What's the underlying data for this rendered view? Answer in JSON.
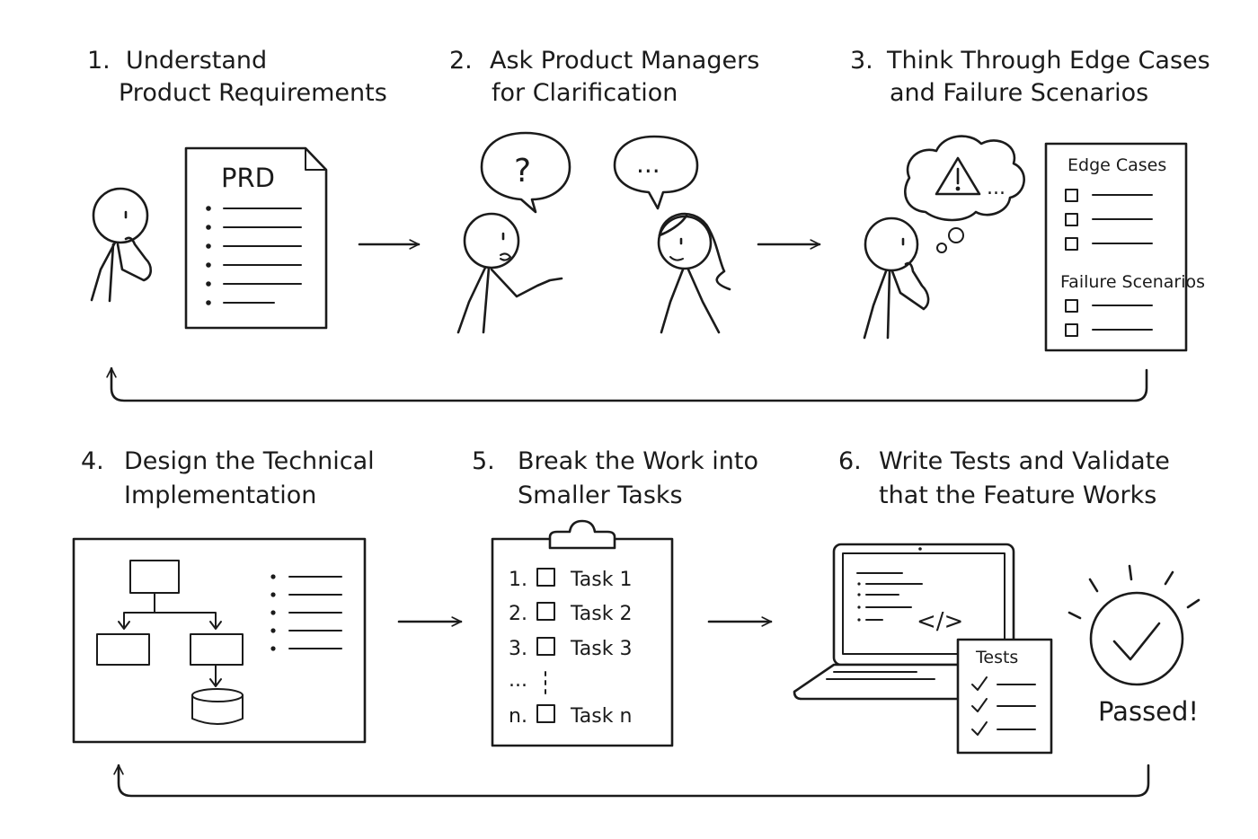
{
  "colors": {
    "ink": "#1b1b1b",
    "background": "#ffffff"
  },
  "steps": [
    {
      "number": "1.",
      "title_line1": "Understand",
      "title_line2": "Product Requirements"
    },
    {
      "number": "2.",
      "title_line1": "Ask Product Managers",
      "title_line2": "for Clarification"
    },
    {
      "number": "3.",
      "title_line1": "Think Through Edge Cases",
      "title_line2": "and Failure Scenarios"
    },
    {
      "number": "4.",
      "title_line1": "Design the Technical",
      "title_line2": "Implementation"
    },
    {
      "number": "5.",
      "title_line1": "Break the Work into",
      "title_line2": "Smaller Tasks"
    },
    {
      "number": "6.",
      "title_line1": "Write Tests and Validate",
      "title_line2": "that the Feature Works"
    }
  ],
  "prd_doc": {
    "heading": "PRD"
  },
  "speech": {
    "question": "?",
    "reply": "..."
  },
  "thought": {
    "trailing": "..."
  },
  "edge_checklist": {
    "edge_heading": "Edge Cases",
    "failure_heading": "Failure Scenarios"
  },
  "clipboard": {
    "tasks": [
      {
        "num": "1.",
        "label": "Task 1"
      },
      {
        "num": "2.",
        "label": "Task 2"
      },
      {
        "num": "3.",
        "label": "Task 3"
      },
      {
        "num": "n.",
        "label": "Task n"
      }
    ],
    "ellipsis": "..."
  },
  "laptop": {
    "code_tag": "</>"
  },
  "tests_sheet": {
    "heading": "Tests"
  },
  "result": {
    "passed": "Passed!"
  },
  "icons": [
    "person-thinking-icon",
    "document-icon",
    "speech-bubble-icon",
    "warning-icon",
    "checklist-icon",
    "flowchart-icon",
    "database-icon",
    "clipboard-icon",
    "laptop-icon",
    "checkmark-circle-icon",
    "arrow-right-icon",
    "loop-back-arrow-icon"
  ]
}
